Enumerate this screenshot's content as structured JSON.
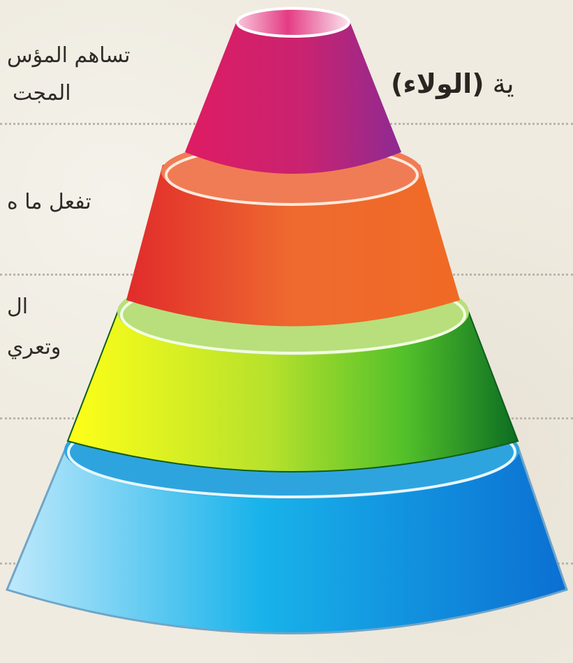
{
  "title": {
    "prefix": "ية ",
    "emphasis": "(الولاء)"
  },
  "labels": {
    "level1_line1": "تساهم المؤس",
    "level1_line2": "المجت",
    "level2_line1": "تفعل ما ه",
    "level3_line1": "ال",
    "level3_line2": "وتعري"
  },
  "colors": {
    "tier1": "#c8206e",
    "tier2": "#ea5a2c",
    "tier3": "#9fd62a",
    "tier4": "#1ea2e6"
  }
}
